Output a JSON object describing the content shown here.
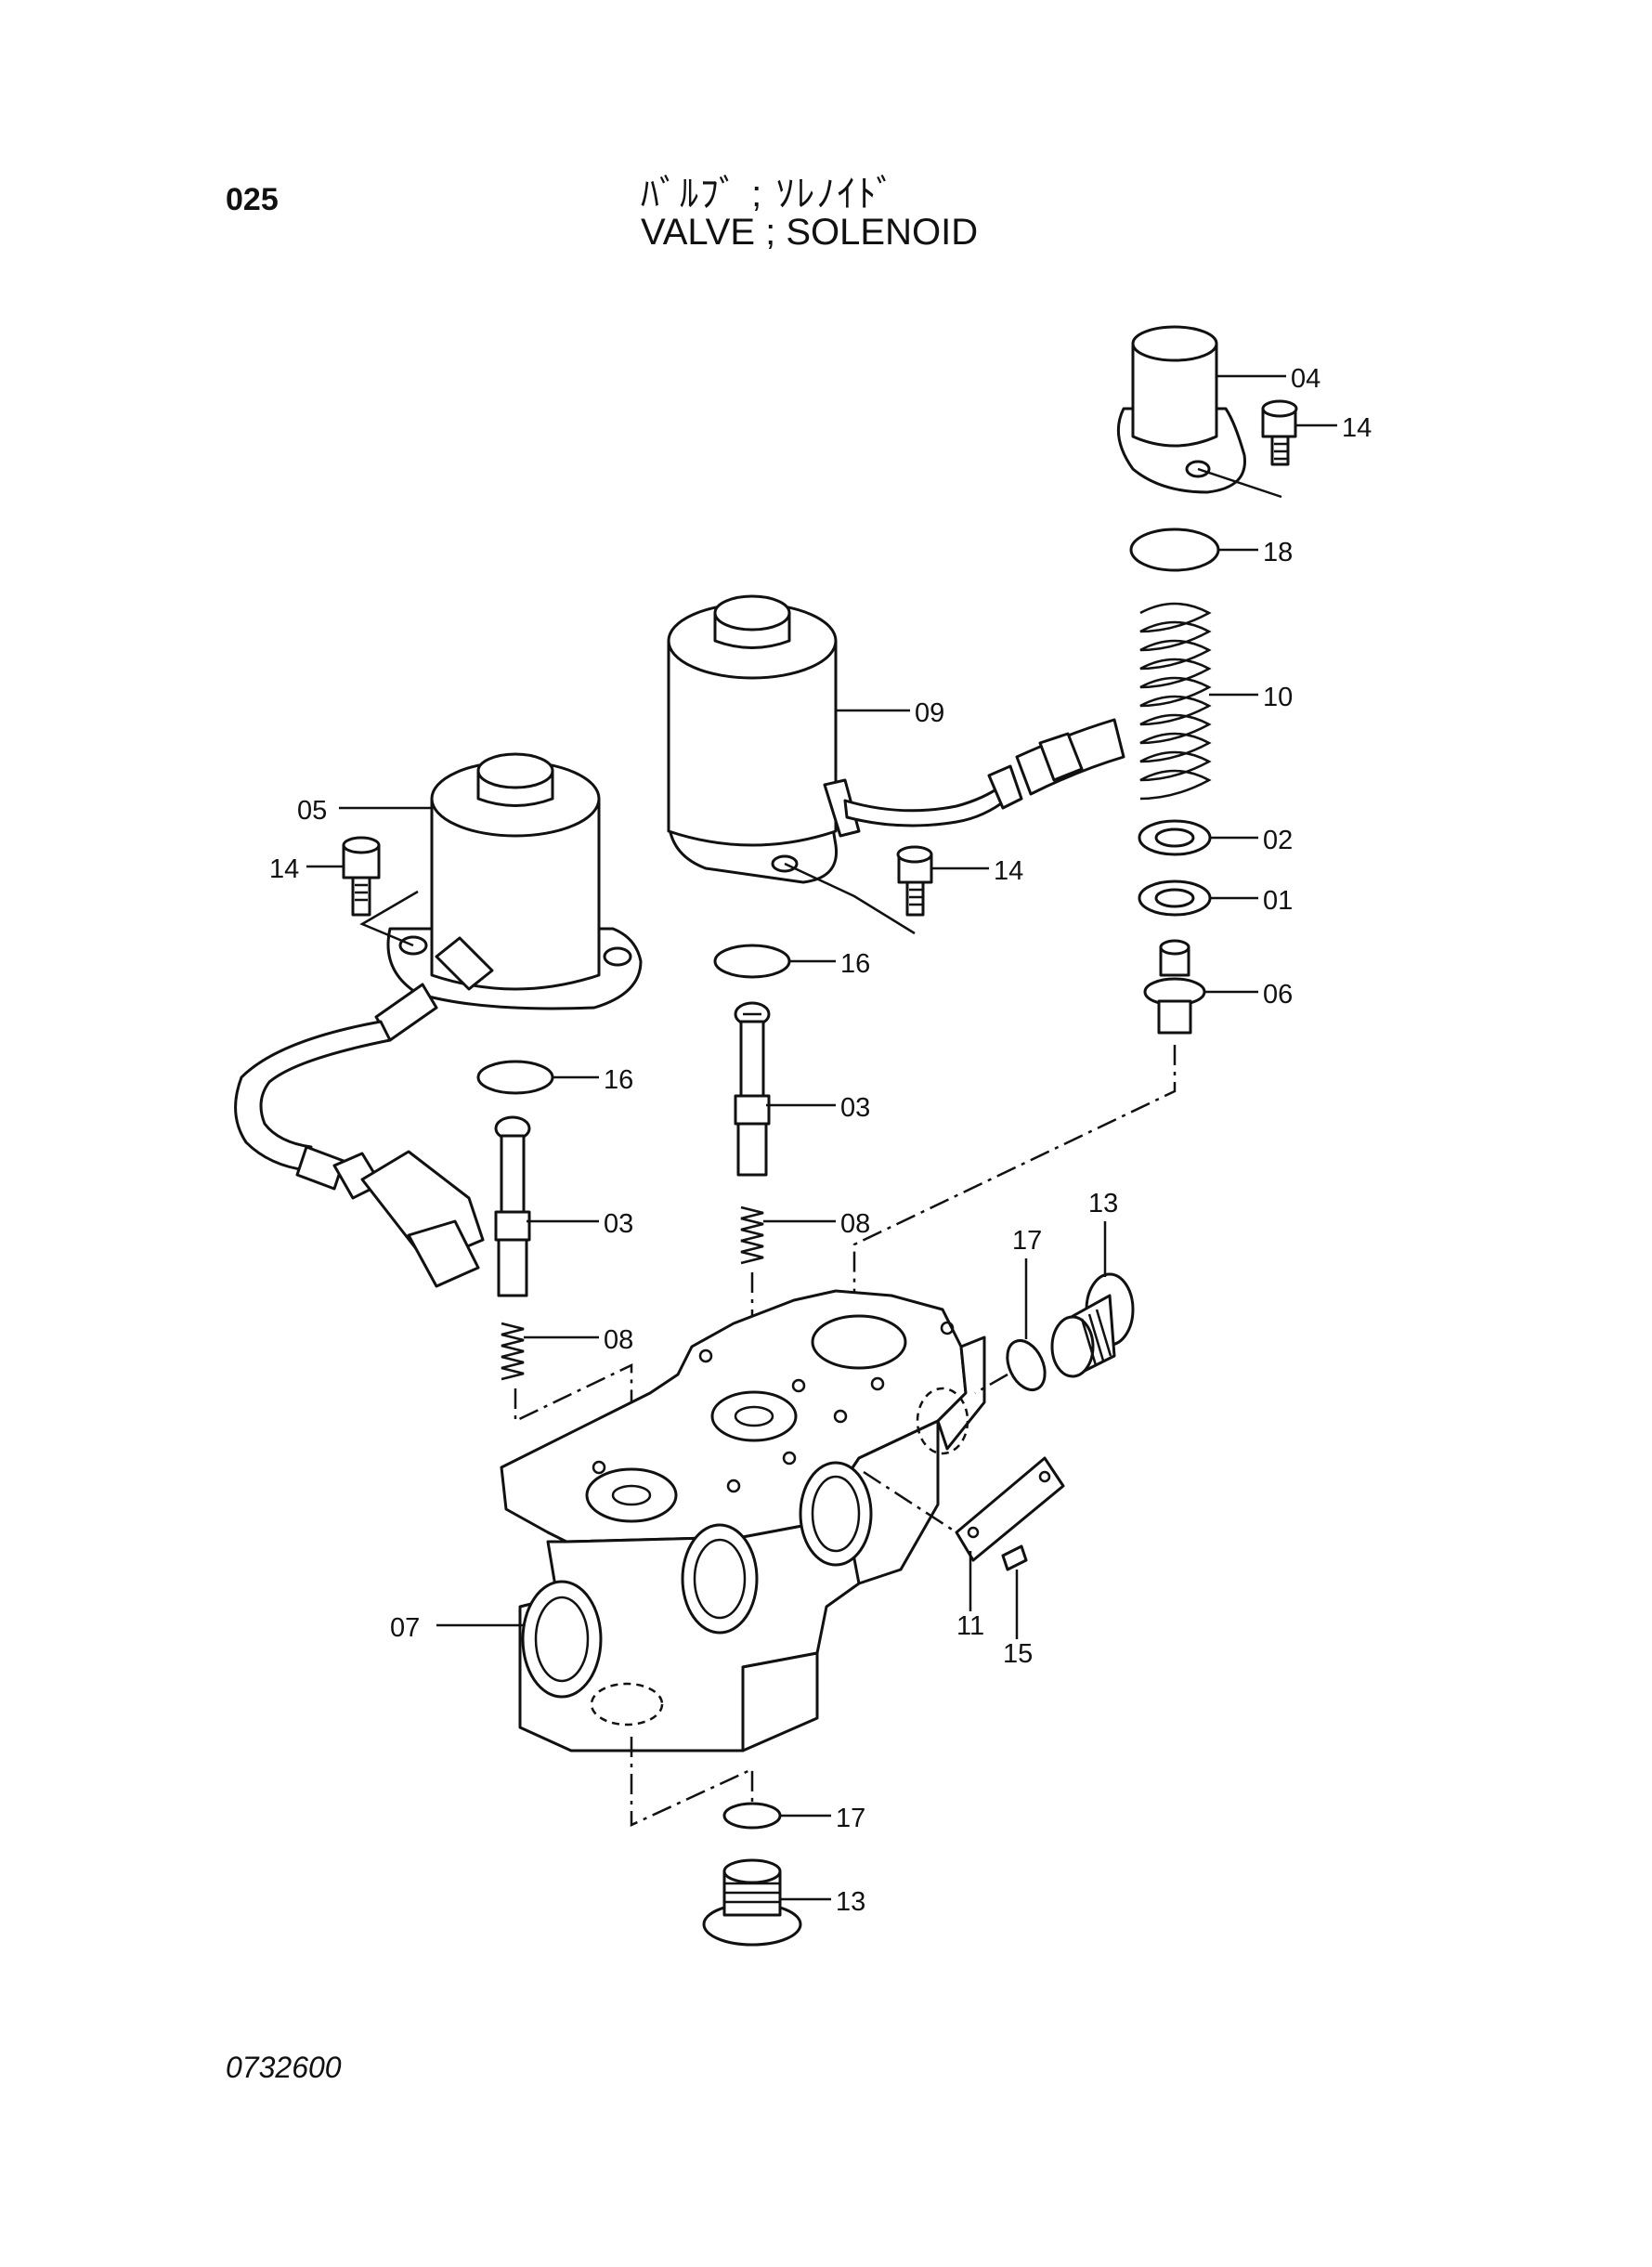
{
  "header": {
    "page_number": "025",
    "title_jp": "ﾊﾞﾙﾌﾞ ; ｿﾚﾉｲﾄﾞ",
    "title_en": "VALVE ; SOLENOID"
  },
  "footer": {
    "drawing_number": "0732600"
  },
  "callouts": {
    "c04": "04",
    "c14a": "14",
    "c18": "18",
    "c10": "10",
    "c09": "09",
    "c02": "02",
    "c01": "01",
    "c06": "06",
    "c05": "05",
    "c14b": "14",
    "c14c": "14",
    "c16a": "16",
    "c16b": "16",
    "c03a": "03",
    "c03b": "03",
    "c08a": "08",
    "c08b": "08",
    "c13a": "13",
    "c17a": "17",
    "c07": "07",
    "c11": "11",
    "c15": "15",
    "c17b": "17",
    "c13b": "13"
  }
}
